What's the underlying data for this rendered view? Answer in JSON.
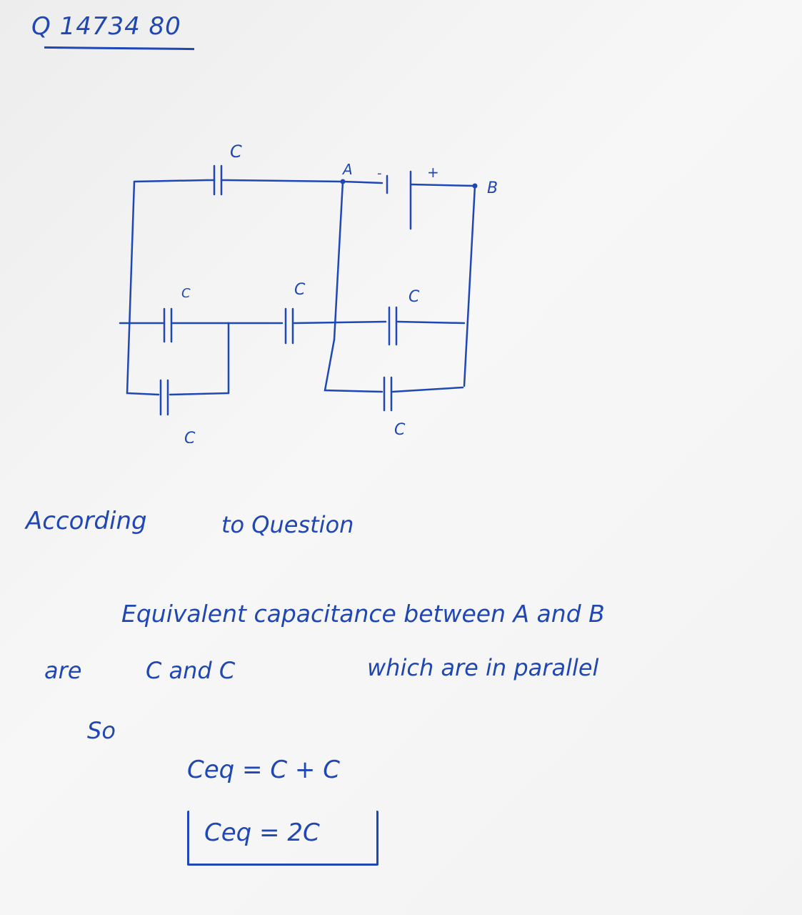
{
  "question_id": "Q 14734 80",
  "circuit": {
    "labels": {
      "top_c": "C",
      "node_a": "A",
      "minus": "-",
      "plus": "+",
      "node_b": "B",
      "mid_c1": "C",
      "mid_c2": "C",
      "mid_c3": "C",
      "bot_c1": "C",
      "bot_c2": "C"
    }
  },
  "text": {
    "according": "According",
    "to_question": "to Question",
    "line_equivalent": "Equivalent capacitance between A and B",
    "line_are": "are",
    "line_c_and_c": "C and C",
    "line_which": "which are in parallel",
    "line_so": "So",
    "equation_1": "Ceq = C + C",
    "equation_2": "Ceq = 2C"
  },
  "colors": {
    "ink": "#1f47b5",
    "paper": "#f3f3f3"
  }
}
